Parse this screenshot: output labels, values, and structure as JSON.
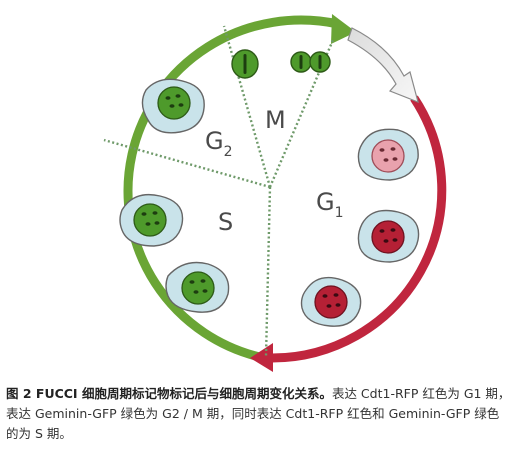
{
  "phases": {
    "g1": {
      "letter": "G",
      "sub": "1"
    },
    "s": {
      "letter": "S"
    },
    "g2": {
      "letter": "G",
      "sub": "2"
    },
    "m": {
      "letter": "M"
    }
  },
  "caption": {
    "title": "图 2 FUCCI 细胞周期标记物标记后与细胞周期变化关系。",
    "line1_rest": "表达 Cdt1-RFP 红色为 G1 期，",
    "line2": "表达 Geminin-GFP 绿色为 G2 / M 期，同时表达 Cdt1-RFP 红色和 Geminin-GFP 绿色",
    "line3": "的为 S 期。"
  },
  "colors": {
    "green_arc": "#6aa535",
    "red_arc": "#c0263e",
    "divider": "#6f9a6a",
    "cell_fill": "#c9e3ea",
    "cell_stroke": "#666666",
    "nucleus_green": "#4e9a2b",
    "nucleus_red": "#b52035",
    "nucleus_pink": "#e9a2ad",
    "nucleus_dark": "#1d3d10"
  },
  "nucleus_states": {
    "g1_top": "pink",
    "g1_middle": "red",
    "g1_bottom": "red",
    "s_left": "green",
    "s_bottom": "green",
    "g2": "green",
    "m_single": "green",
    "m_dividing": "green"
  }
}
